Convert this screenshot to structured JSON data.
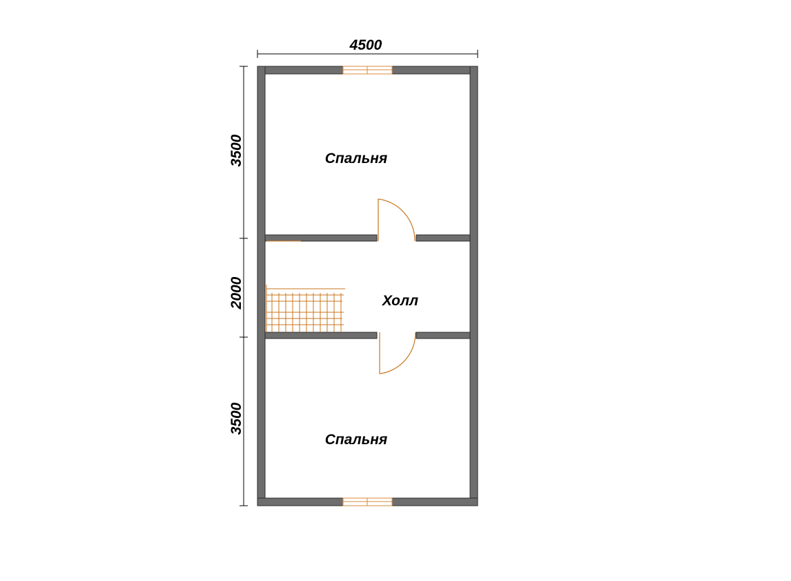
{
  "dimensions": {
    "top_width": "4500",
    "left_top": "3500",
    "left_middle": "2000",
    "left_bottom": "3500"
  },
  "rooms": {
    "bedroom_top": "Спальня",
    "hall": "Холл",
    "bedroom_bottom": "Спальня"
  },
  "colors": {
    "wall": "#6e6e6e",
    "door": "#c8741d",
    "window": "#d8893a"
  }
}
